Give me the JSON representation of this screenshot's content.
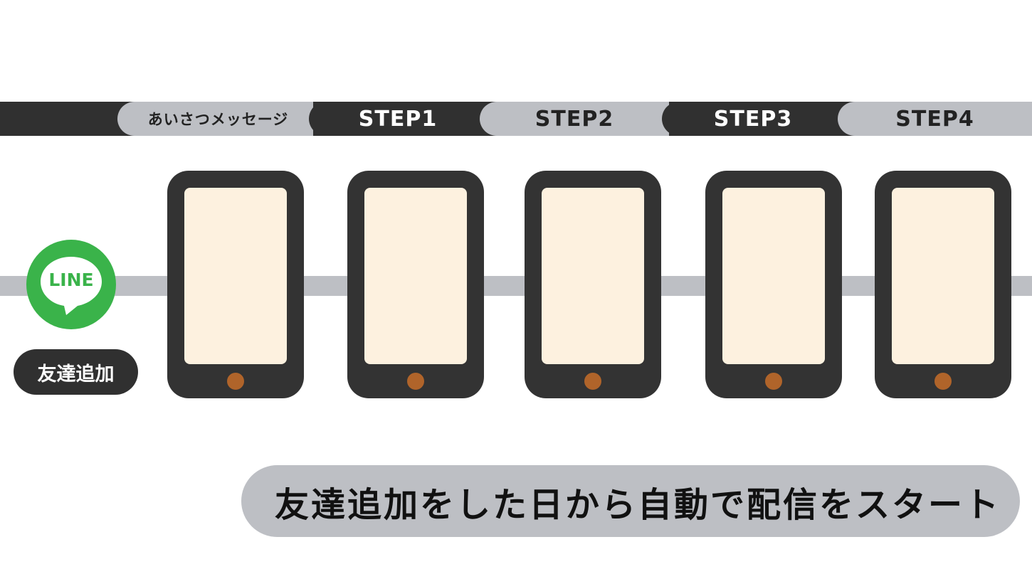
{
  "steps": {
    "greeting": "あいさつメッセージ",
    "step1": "STEP1",
    "step2": "STEP2",
    "step3": "STEP3",
    "step4": "STEP4"
  },
  "line_logo": {
    "text": "LINE",
    "icon": "line-logo-icon",
    "color": "#3ab34a"
  },
  "friend_add": "友達追加",
  "caption": "友達追加をした日から自動で配信をスタート",
  "phones": [
    {
      "icon": "smartphone-icon"
    },
    {
      "icon": "smartphone-icon"
    },
    {
      "icon": "smartphone-icon"
    },
    {
      "icon": "smartphone-icon"
    },
    {
      "icon": "smartphone-icon"
    }
  ],
  "colors": {
    "dark": "#303030",
    "light_gray": "#bdbfc4",
    "screen": "#fdf1df",
    "home_button": "#b0642a"
  }
}
